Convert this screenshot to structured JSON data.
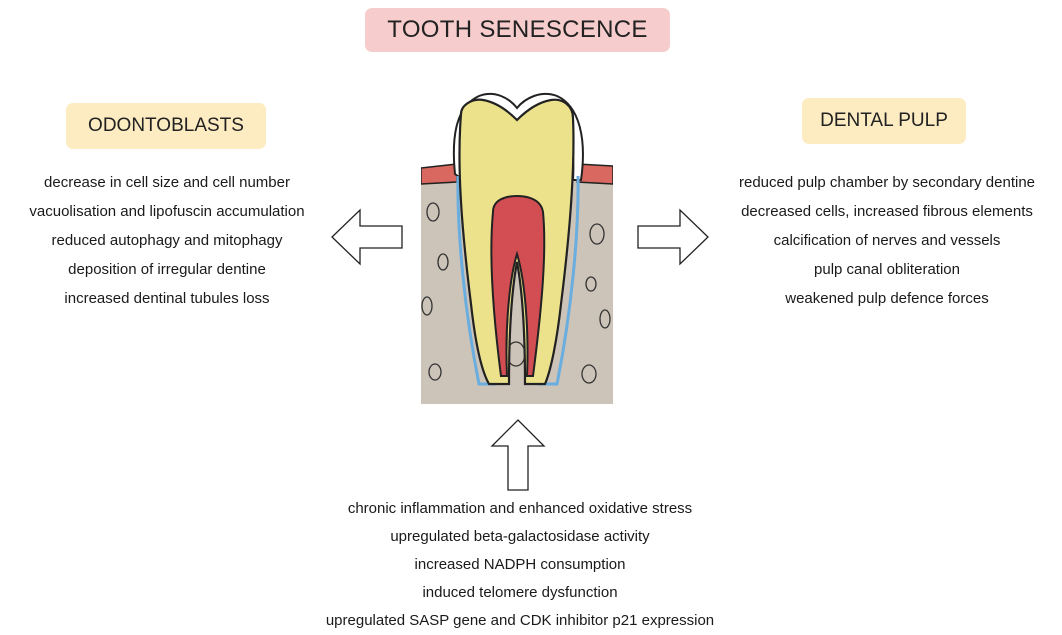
{
  "title": "TOOTH SENESCENCE",
  "odontoblasts": {
    "label": "ODONTOBLASTS",
    "items": [
      "decrease in cell size and cell number",
      "vacuolisation and lipofuscin accumulation",
      "reduced autophagy and mitophagy",
      "deposition of irregular dentine",
      "increased dentinal tubules loss"
    ]
  },
  "dental_pulp": {
    "label": "DENTAL PULP",
    "items": [
      "reduced pulp chamber by secondary dentine",
      "decreased cells, increased fibrous elements",
      "calcification of nerves and vessels",
      "pulp canal obliteration",
      "weakened pulp defence forces"
    ]
  },
  "causes": {
    "items": [
      "chronic inflammation and enhanced oxidative stress",
      "upregulated beta-galactosidase activity",
      "increased NADPH consumption",
      "induced telomere dysfunction",
      "upregulated SASP gene and CDK inhibitor p21 expression"
    ]
  }
}
